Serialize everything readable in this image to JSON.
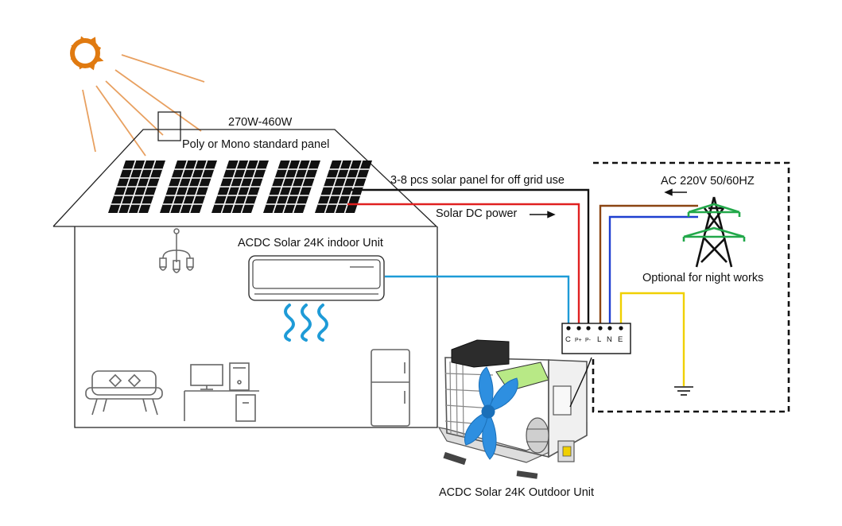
{
  "labels": {
    "panel_power": "270W-460W",
    "panel_type": "Poly or Mono standard panel",
    "panel_count": "3-8 pcs solar panel for off grid use",
    "solar_dc": "Solar DC power",
    "indoor_unit": "ACDC Solar 24K indoor Unit",
    "ac_supply": "AC 220V 50/60HZ",
    "optional": "Optional for night works",
    "outdoor_unit": "ACDC Solar 24K Outdoor Unit"
  },
  "terminals": [
    "C",
    "P+",
    "P-",
    "L",
    "N",
    "E"
  ],
  "colors": {
    "sun": "#E07A10",
    "sun_rays": "#E8A060",
    "dc_positive": "#E02020",
    "comm_wire": "#1E9BD7",
    "live_wire": "#8B4513",
    "neutral_wire": "#1E3FD0",
    "earth_wire": "#F0D000",
    "pylon_green": "#22A84A",
    "fan_blue": "#2E8FE0",
    "pcb_green": "#B8E986"
  },
  "icons": [
    "sun-icon",
    "solar-panel-icon",
    "chandelier-icon",
    "sofa-icon",
    "computer-desk-icon",
    "refrigerator-icon",
    "power-pylon-icon",
    "ground-icon",
    "outdoor-unit-icon",
    "airflow-icon"
  ]
}
